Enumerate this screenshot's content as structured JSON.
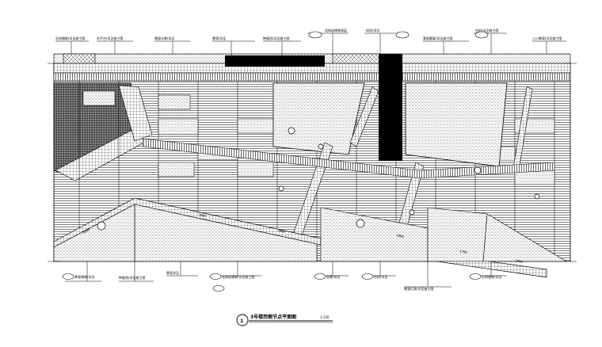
{
  "drawing": {
    "title_number": "1",
    "title_text": "3号楼西侧节点平面图",
    "title_scale": "1:150"
  },
  "top_labels": [
    "石材铺装/详见施工图",
    "木平台/详见施工图",
    "景观水景/详见",
    "景墙/详见",
    "种植池/详见施工图",
    "花岗岩铺装面层",
    "树池/详见",
    "景观廊架/详见施工图",
    "台阶/详见施工图",
    "入口景观/详见施工图"
  ],
  "bottom_labels": [
    "景观铺装/详见",
    "种植池/详见施工图",
    "景墙详见",
    "花岗岩铺装/详见施工图",
    "坐凳/详见",
    "台阶/详见",
    "景观灯具/详见施工图",
    "石材铺装/详见"
  ],
  "dimensions": [
    "3000",
    "2000",
    "2000",
    "1800",
    "1200",
    "2400"
  ]
}
